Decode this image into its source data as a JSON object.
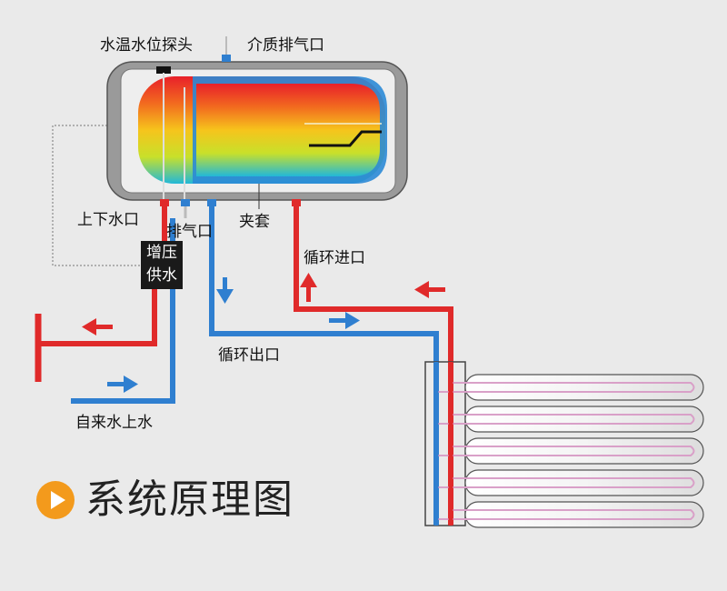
{
  "labels": {
    "probe": "水温水位探头",
    "medium_vent": "介质排气口",
    "up_down_port": "上下水口",
    "vent": "排气口",
    "jacket": "夹套",
    "circ_inlet": "循环进口",
    "circ_outlet": "循环出口",
    "tap_water_in": "自来水上水",
    "booster_line1": "增压",
    "booster_line2": "供水"
  },
  "title": "系统原理图",
  "colors": {
    "hot": "#e02a2a",
    "cold": "#2f7fd0",
    "tank_shell": "#9a9a9a",
    "accent": "#f39a1c",
    "background": "#eaeaea"
  },
  "icons": [
    "play-icon",
    "arrow-left-icon",
    "arrow-right-icon",
    "arrow-up-icon",
    "arrow-down-icon"
  ]
}
